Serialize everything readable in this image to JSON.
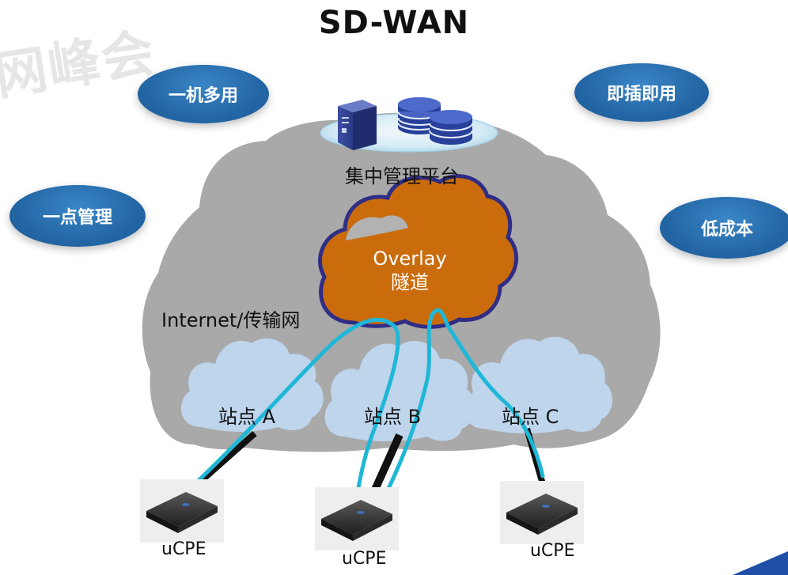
{
  "title": "SD-WAN",
  "watermark": "网峰会",
  "badges": {
    "multi_use": "一机多用",
    "plug_and_play": "即插即用",
    "single_point_mgmt": "一点管理",
    "low_cost": "低成本"
  },
  "central_platform_label": "集中管理平台",
  "overlay": {
    "line1": "Overlay",
    "line2": "隧道"
  },
  "network_label": "Internet/传输网",
  "sites": [
    "站点 A",
    "站点 B",
    "站点 C"
  ],
  "devices": [
    "uCPE",
    "uCPE",
    "uCPE"
  ],
  "colors": {
    "network_cloud": "#a9a9a9",
    "overlay_cloud": "#cb6c0c",
    "overlay_border": "#2f2d86",
    "site_cloud": "#bed5ec",
    "tunnel_line": "#1fb7d7",
    "badge": "#2467a6",
    "server_disc": "#27419a"
  },
  "icons": [
    "server-tower-icon",
    "database-disks-icon",
    "ucpe-router-icon"
  ]
}
